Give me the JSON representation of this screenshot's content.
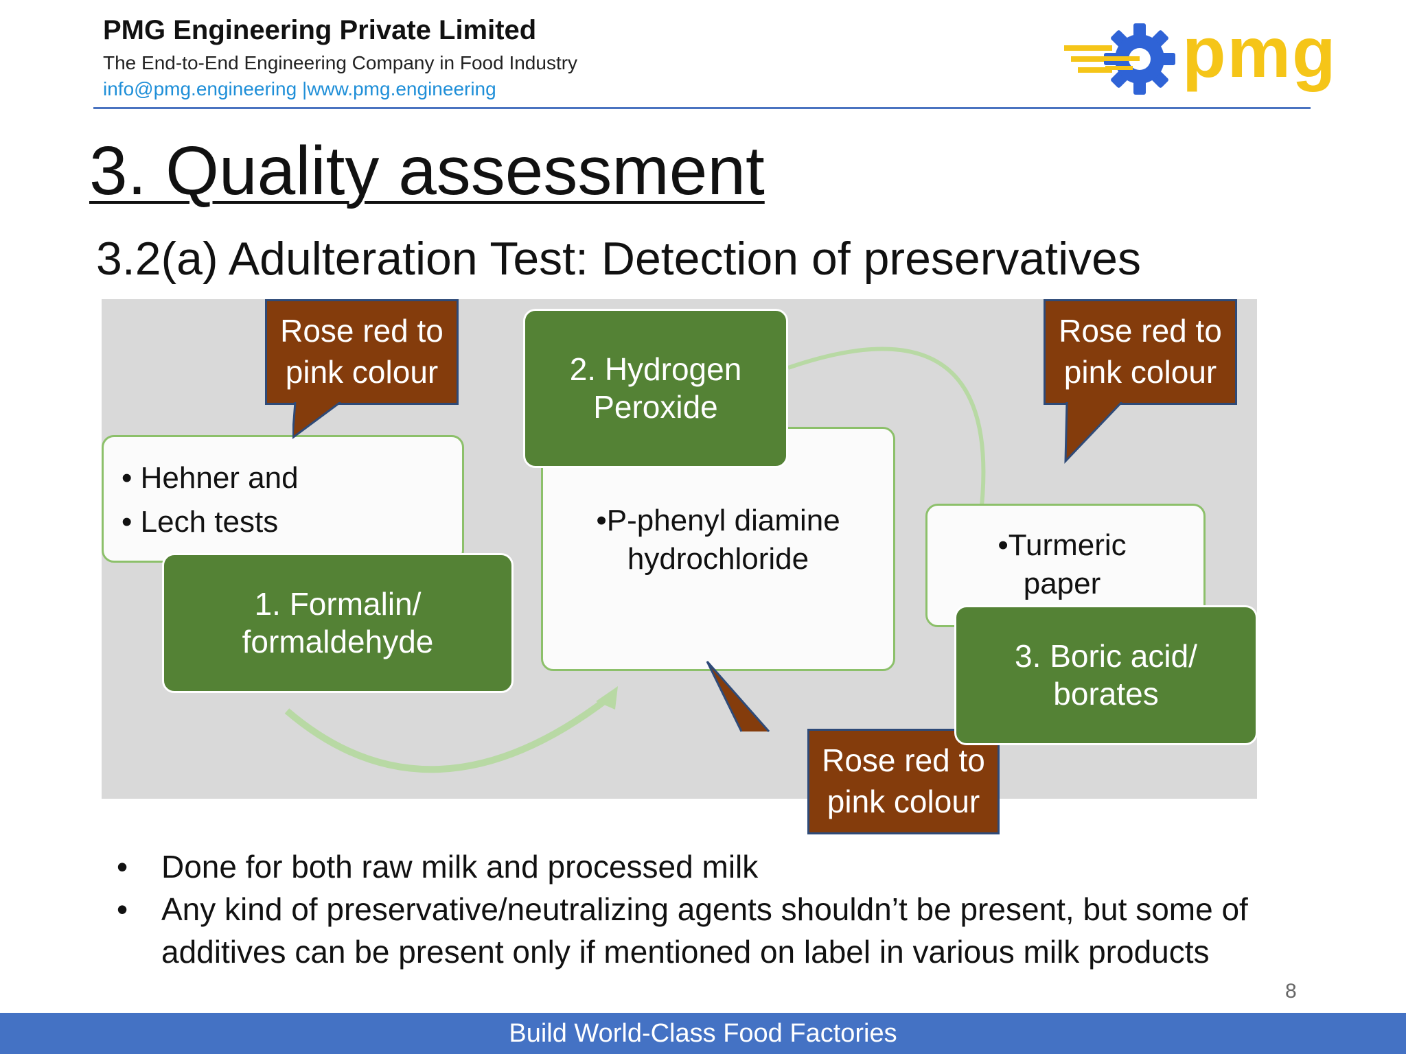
{
  "header": {
    "company_name": "PMG Engineering Private Limited",
    "tagline": "The End-to-End Engineering Company in Food Industry",
    "contact": "info@pmg.engineering |www.pmg.engineering",
    "logo_text": "pmg",
    "logo_icon": "gear-icon"
  },
  "title": "3. Quality assessment",
  "subtitle": "3.2(a) Adulteration Test: Detection of preservatives",
  "diagram": {
    "tests": [
      {
        "name_line1": "1. Formalin/",
        "name_line2": "formaldehyde",
        "method_line1": "Hehner and",
        "method_line2": "Lech tests",
        "result_line1": "Rose red to",
        "result_line2": "pink colour"
      },
      {
        "name_line1": "2. Hydrogen",
        "name_line2": "Peroxide",
        "method_line1": "•P-phenyl diamine",
        "method_line2": "hydrochloride",
        "result_line1": "Rose red to",
        "result_line2": "pink colour"
      },
      {
        "name_line1": "3. Boric acid/",
        "name_line2": "borates",
        "method_line1": "•Turmeric",
        "method_line2": "paper",
        "result_line1": "Rose red to",
        "result_line2": "pink colour"
      }
    ]
  },
  "bullets": [
    {
      "dot": "•",
      "lines": [
        "Done for both raw milk and processed milk"
      ]
    },
    {
      "dot": "•",
      "lines": [
        "Any kind of preservative/neutralizing agents shouldn’t be present, but some of",
        "additives can be present only if mentioned on label in various milk products"
      ]
    }
  ],
  "page_number": "8",
  "footer": "Build World-Class Food Factories",
  "colors": {
    "accent_blue": "#4472c4",
    "green_box": "#548235",
    "brown_callout": "#843c0c",
    "logo_yellow": "#f5c518",
    "logo_blue": "#2f63d6"
  }
}
